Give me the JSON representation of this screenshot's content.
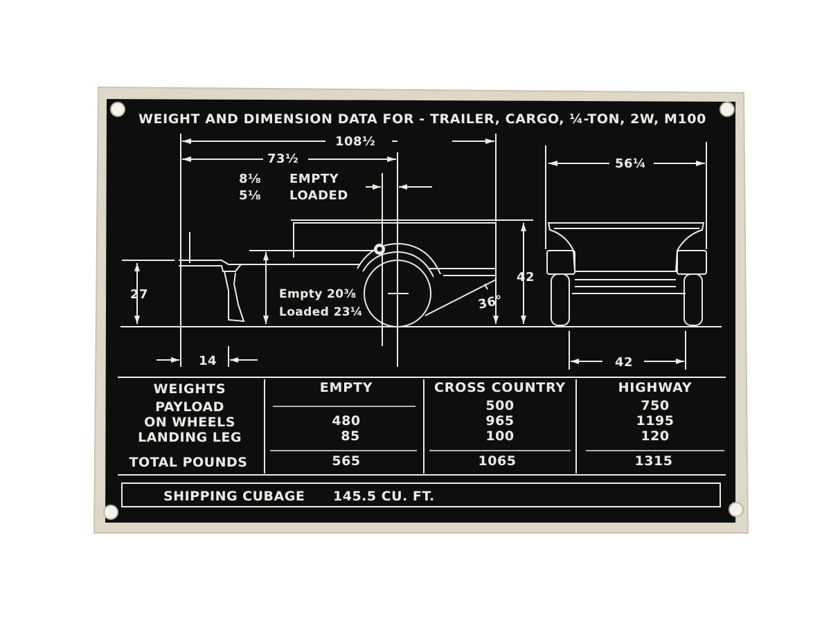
{
  "plate": {
    "title": "WEIGHT AND DIMENSION DATA FOR - TRAILER, CARGO, ¼-TON, 2W, M100",
    "colors": {
      "plate_metal": "#ddd8c8",
      "panel": "#0e0e0e",
      "lettering": "#ecece6"
    }
  },
  "side_view": {
    "overall_length": "108½",
    "length_to_axle": "73½",
    "axle_offset_empty": "8⅛",
    "axle_offset_loaded": "5⅛",
    "empty_label": "EMPTY",
    "loaded_label": "LOADED",
    "coupler_height": "27",
    "bed_height_empty": "Empty 20⅜",
    "bed_height_loaded": "Loaded 23¼",
    "overall_height": "42",
    "departure_angle": "36°",
    "front_overhang": "14"
  },
  "rear_view": {
    "overall_width": "56¼",
    "track_width": "42"
  },
  "weights_table": {
    "columns": [
      "WEIGHTS",
      "EMPTY",
      "CROSS COUNTRY",
      "HIGHWAY"
    ],
    "rows": [
      {
        "label": "PAYLOAD",
        "empty": "",
        "cross_country": "500",
        "highway": "750"
      },
      {
        "label": "ON WHEELS",
        "empty": "480",
        "cross_country": "965",
        "highway": "1195"
      },
      {
        "label": "LANDING LEG",
        "empty": "85",
        "cross_country": "100",
        "highway": "120"
      }
    ],
    "total": {
      "label": "TOTAL POUNDS",
      "empty": "565",
      "cross_country": "1065",
      "highway": "1315"
    }
  },
  "shipping": {
    "label": "SHIPPING CUBAGE",
    "value": "145.5 CU. FT."
  }
}
